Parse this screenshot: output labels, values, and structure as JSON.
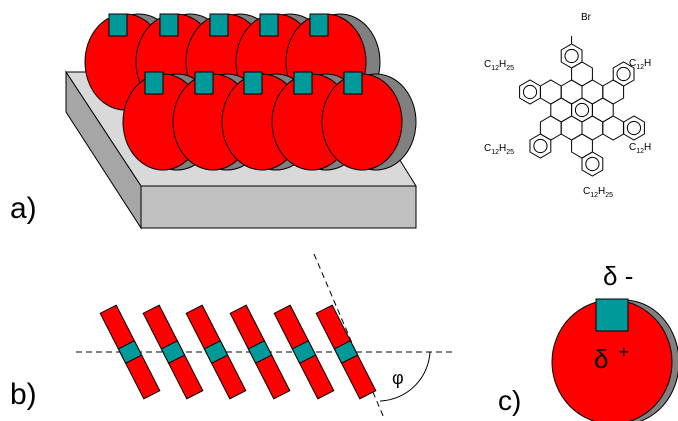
{
  "panels": {
    "a": {
      "label": "a)"
    },
    "b": {
      "label": "b)",
      "angle_symbol": "φ"
    },
    "c": {
      "label": "c)",
      "delta_minus": "δ -",
      "delta_plus_base": "δ",
      "delta_plus_sup": "+"
    }
  },
  "molecule": {
    "top_substituent": "Br",
    "chain_left_upper": {
      "c": "C",
      "c_sub": "12",
      "h": "H",
      "h_sub": "25"
    },
    "chain_right_upper": {
      "c": "C",
      "c_sub": "12",
      "h": "H"
    },
    "chain_left_lower": {
      "c": "C",
      "c_sub": "12",
      "h": "H",
      "h_sub": "25"
    },
    "chain_right_lower": {
      "c": "C",
      "c_sub": "12",
      "h": "H"
    },
    "chain_bottom": {
      "c": "C",
      "c_sub": "12",
      "h": "H",
      "h_sub": "25"
    }
  },
  "colors": {
    "disc_face": "#ff0000",
    "disc_edge": "#808080",
    "head_group": "#009999",
    "substrate_top": "#d9d9d9",
    "substrate_front": "#c0c0c0",
    "substrate_side": "#a6a6a6"
  }
}
